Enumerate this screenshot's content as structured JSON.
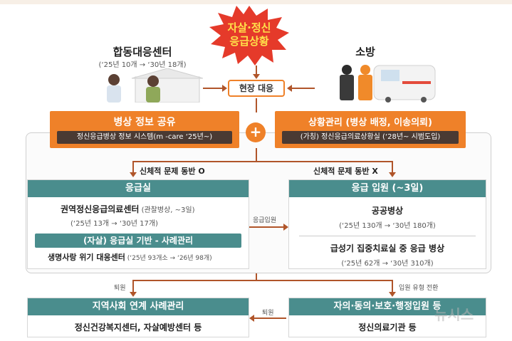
{
  "burst": {
    "line1": "자살·정신",
    "line2": "응급상황"
  },
  "left_org": {
    "title": "합동대응센터",
    "sub": "(‘25년 10개 → ‘30년 18개)"
  },
  "right_org": {
    "title": "소방"
  },
  "scene": {
    "label": "현장 대응"
  },
  "share": {
    "title": "병상 정보 공유",
    "sub": "정신응급병상 정보 시스템(m -care ‘25년~)"
  },
  "plus": {
    "symbol": "+"
  },
  "situation": {
    "title": "상황관리 (병상 배정, 이송의뢰)",
    "sub": "(가칭) 정신응급의료상황실 (‘28년~ 시범도입)"
  },
  "branch_left": {
    "label": "신체적 문제 동반 O"
  },
  "branch_right": {
    "label": "신체적 문제 동반 X"
  },
  "er": {
    "header": "응급실",
    "center_name": "권역정신응급의료센터",
    "center_note": " (관찰병상, ~3일)",
    "center_count": "(‘25년 13개 → ‘30년 17개)",
    "subheader": "(자살) 응급실 기반 - 사례관리",
    "life_name": "생명사랑 위기 대응센터",
    "life_note": " (‘25년 93개소 → ‘26년 98개)"
  },
  "er_to_admit": {
    "label": "응급입원"
  },
  "admit": {
    "header": "응급 입원 (~3일)",
    "public_name": "공공병상",
    "public_count": "(‘25년 130개 → ‘30년 180개)",
    "acute_name": "급성기 집중치료실 중 응급 병상",
    "acute_count": "(‘25년 62개 → ‘30년 310개)"
  },
  "discharge_left": {
    "label": "퇴원"
  },
  "transition": {
    "label": "입원 유형 전환"
  },
  "discharge_bottom": {
    "label": "퇴원"
  },
  "community": {
    "header": "지역사회 연계 사례관리",
    "body": "정신건강복지센터, 자살예방센터 등"
  },
  "voluntary": {
    "header": "자의·동의·보호·행정입원 등",
    "body": "정신의료기관 등"
  },
  "watermark": {
    "text": "뉴시스"
  },
  "colors": {
    "orange": "#ef8129",
    "teal": "#4a8d8d",
    "dark": "#4a3a33",
    "burst_red": "#e53a2a",
    "burst_yellow": "#ffe14a"
  }
}
